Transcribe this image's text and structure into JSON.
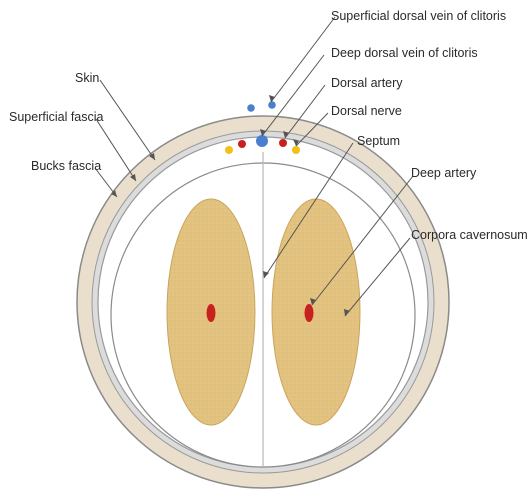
{
  "labels": {
    "superficial_dorsal_vein": "Superficial dorsal vein of clitoris",
    "deep_dorsal_vein": "Deep dorsal vein of clitoris",
    "dorsal_artery": "Dorsal artery",
    "dorsal_nerve": "Dorsal nerve",
    "septum": "Septum",
    "deep_artery": "Deep artery",
    "corpora_cavernosum": "Corpora cavernosum",
    "skin": "Skin",
    "superficial_fascia": "Superficial fascia",
    "bucks_fascia": "Bucks fascia"
  },
  "colors": {
    "vein": "#4a7fd0",
    "artery": "#c8201f",
    "nerve": "#f2c01c",
    "cavernosum_fill": "#e2c17c",
    "skin_ring": "#e9dfcc",
    "fascia_ring": "#dcdcdc"
  }
}
